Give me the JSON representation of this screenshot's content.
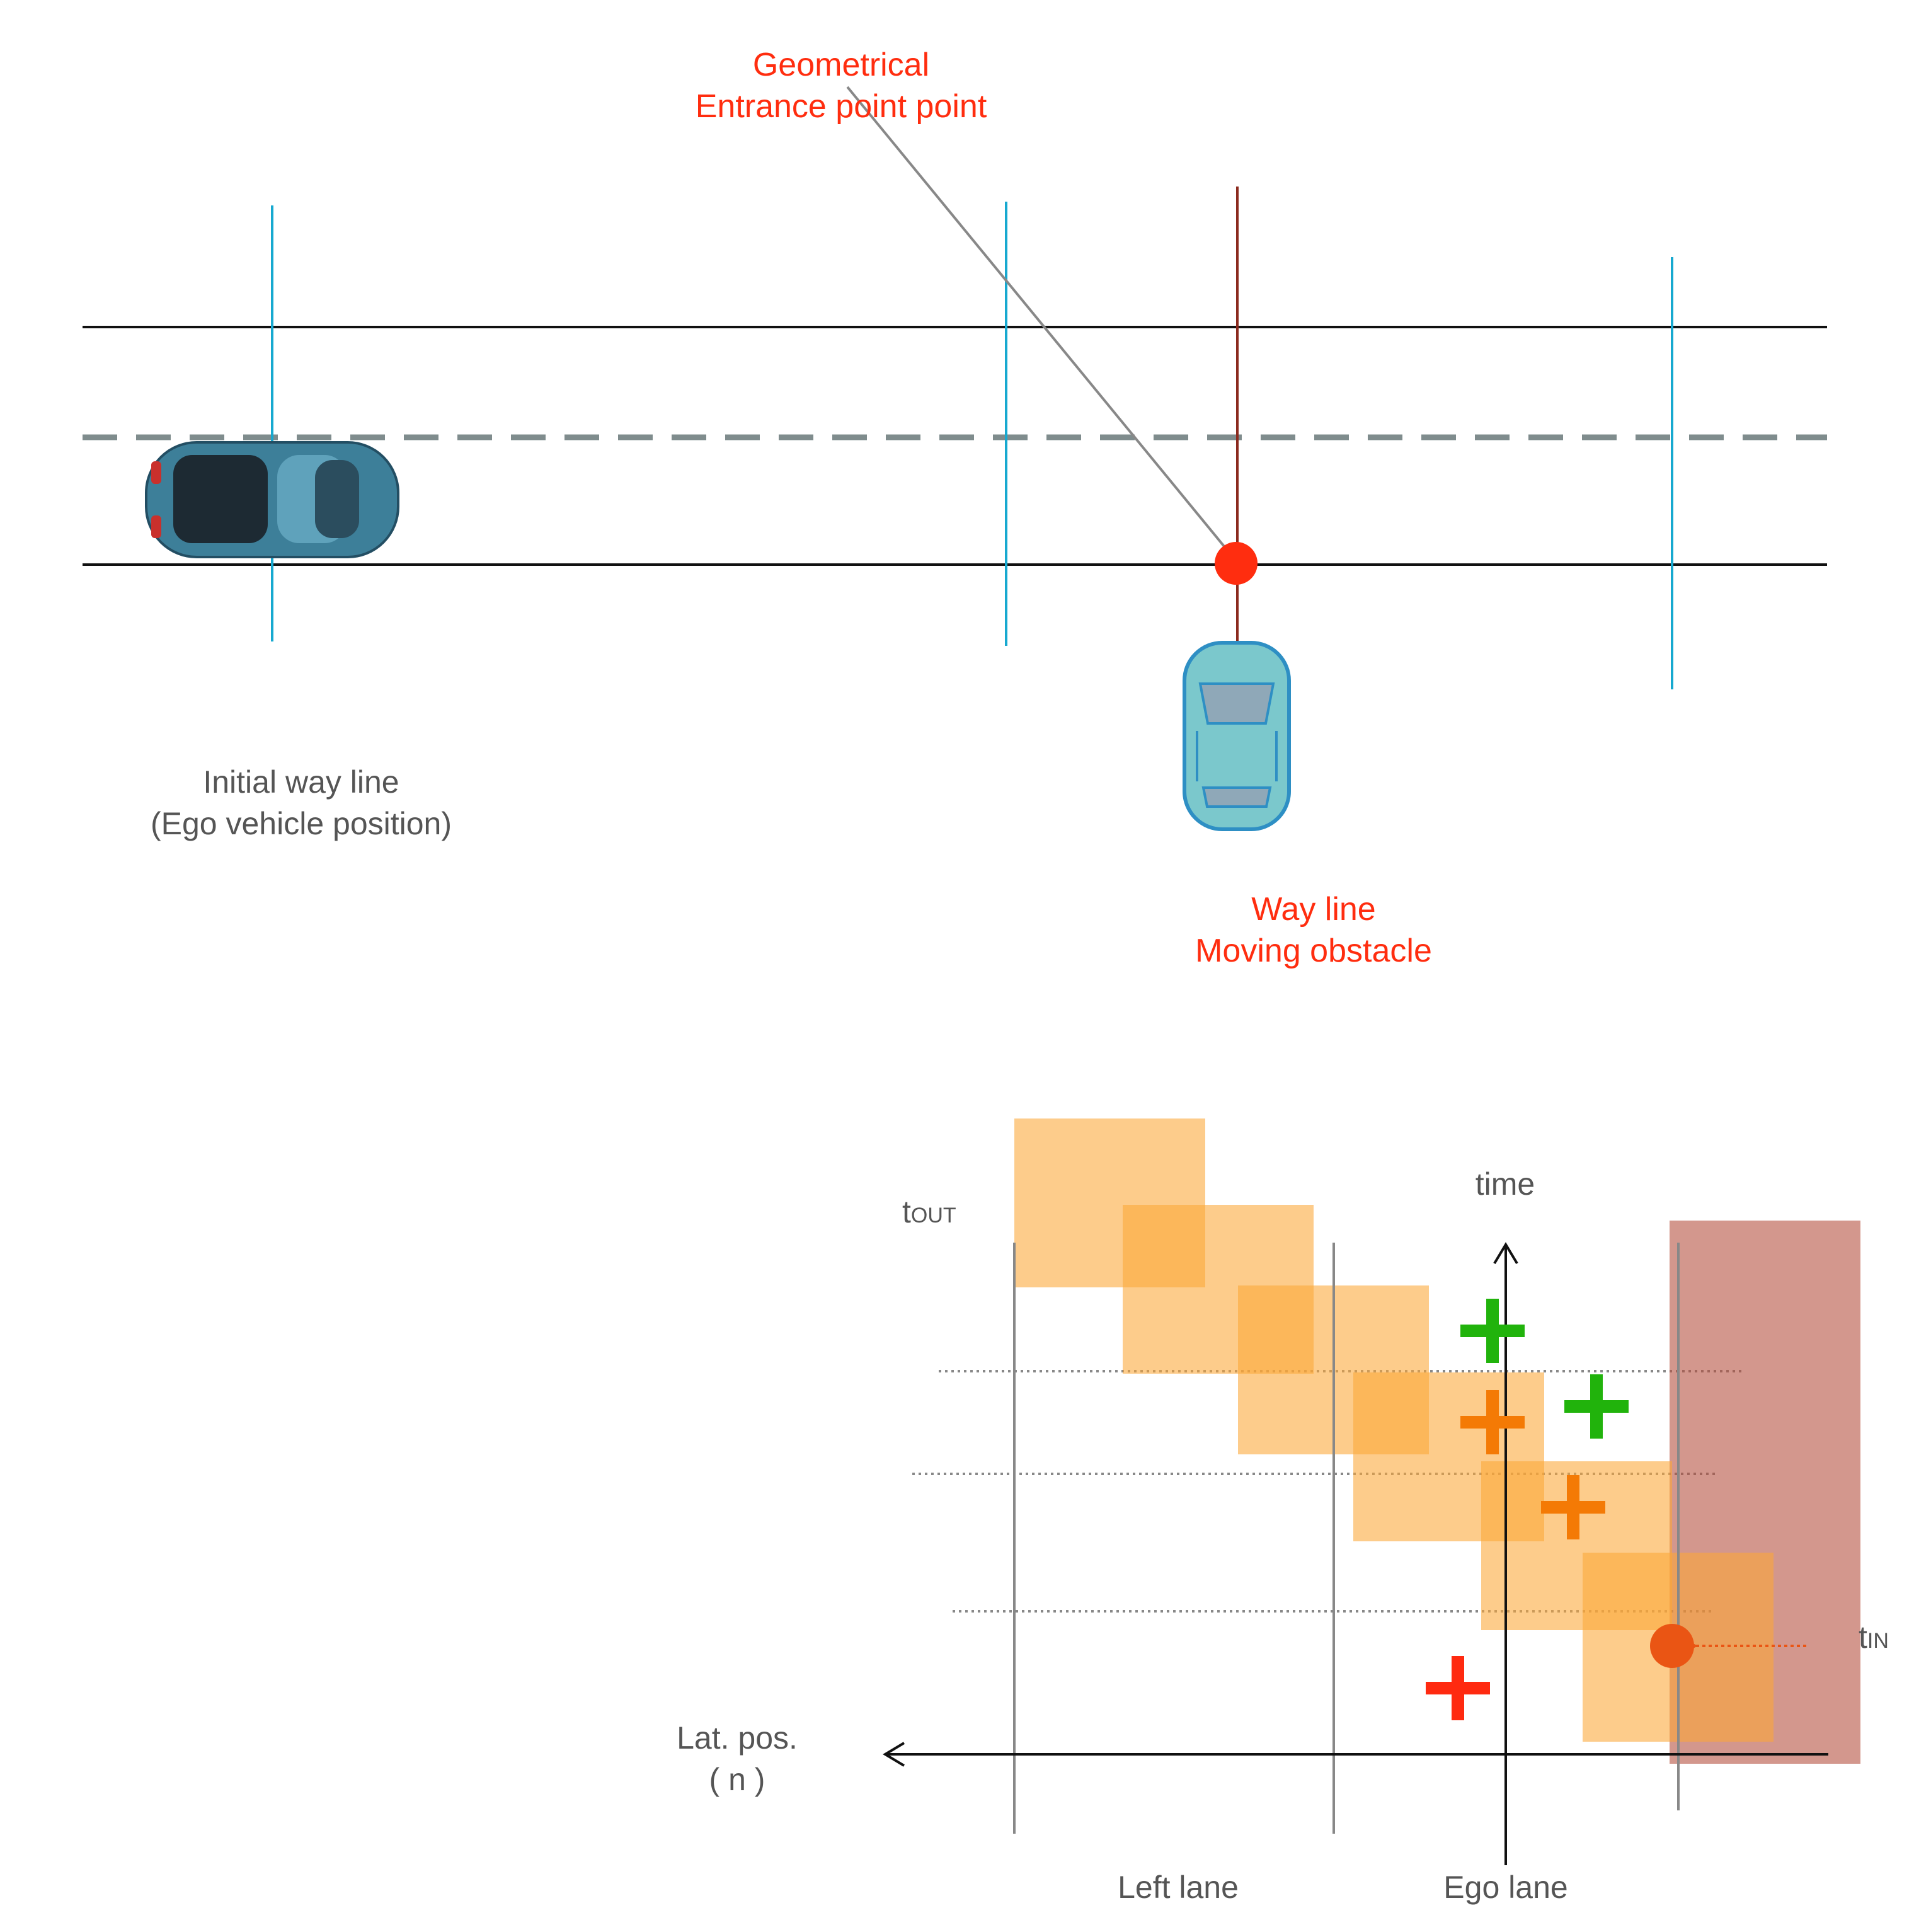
{
  "colors": {
    "road_line": "#111111",
    "lane_dash": "#7f8c8d",
    "way_line": "#17a9d0",
    "obstacle_way_line": "#8b2a1e",
    "entrance_point": "#ff2d0f",
    "occupancy_box": "#fca737",
    "obstacle_region": "#b34c3a",
    "plus_green": "#21b30c",
    "plus_orange": "#f47a05",
    "plus_red": "#ff2a10",
    "tin_dot": "#ea5514"
  },
  "top": {
    "entrance_label": [
      "Geometrical",
      "Entrance point point"
    ],
    "initial_way_label": [
      "Initial way line",
      "(Ego vehicle position)"
    ],
    "obstacle_way_label": [
      "Way line",
      "Moving obstacle"
    ],
    "ego_vehicle_icon": "car-topdown",
    "obstacle_vehicle_icon": "car-topdown"
  },
  "bottom": {
    "time_axis_label": "time",
    "lat_axis_label": [
      "Lat. pos.",
      "( n )"
    ],
    "t_out": {
      "main": "t",
      "sub": "OUT"
    },
    "t_in": {
      "main": "t",
      "sub": "IN"
    },
    "lane_labels": [
      "Left lane",
      "Ego lane"
    ],
    "plus_markers": [
      {
        "color": "green"
      },
      {
        "color": "green"
      },
      {
        "color": "orange"
      },
      {
        "color": "orange"
      },
      {
        "color": "red"
      }
    ]
  }
}
